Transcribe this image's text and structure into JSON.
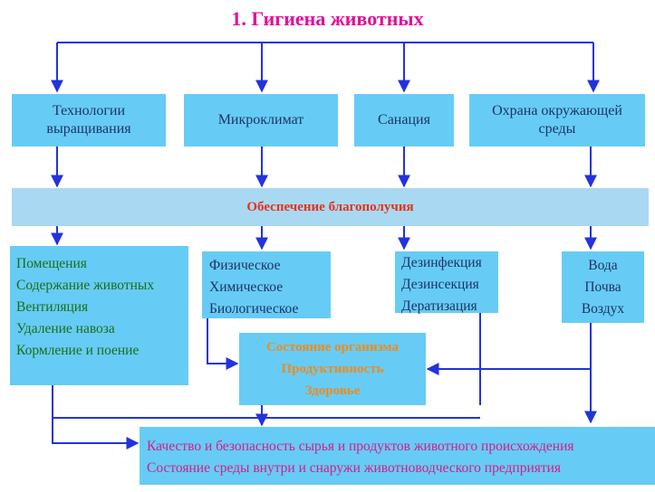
{
  "title": "1. Гигиена животных",
  "top_boxes": [
    "Технологии выращивания",
    "Микроклимат",
    "Санация",
    "Охрана окружающей среды"
  ],
  "banner": "Обеспечение благополучия",
  "group1": [
    "Помещения",
    "Содержание животных",
    "Вентиляция",
    "Удаление навоза",
    "Кормление и поение"
  ],
  "group2": [
    "Физическое",
    "Химическое",
    "Биологическое"
  ],
  "group3": [
    "Дезинфекция",
    "Дезинсекция",
    "Дератизация"
  ],
  "group4": [
    "Вода",
    "Почва",
    "Воздух"
  ],
  "state": [
    "Состояние организма",
    "Продуктивность",
    "Здоровье"
  ],
  "bottom": [
    "Качество и безопасность сырья и продуктов животного происхождения",
    "Состояние среды внутри и снаружи животноводческого предприятия"
  ],
  "colors": {
    "box": "#66ccf5",
    "banner": "#a9d8f2",
    "arrow": "#2233dd",
    "title": "#e0109a"
  }
}
